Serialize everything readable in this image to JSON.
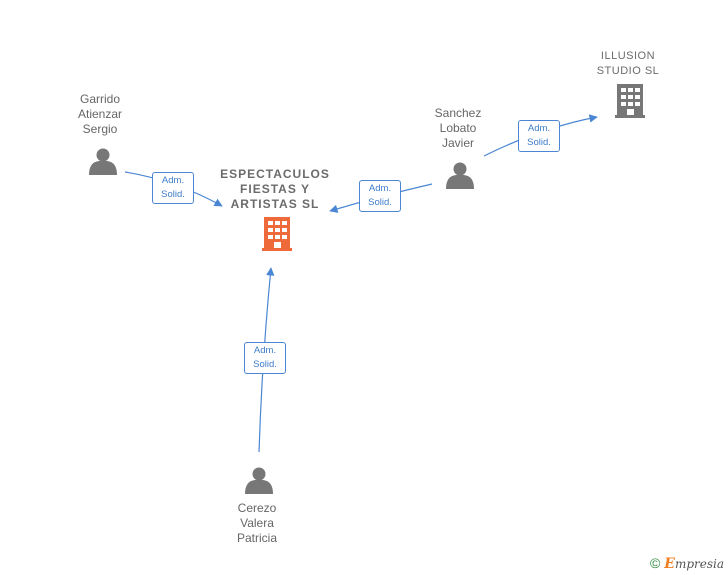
{
  "nodes": {
    "main_company": {
      "label": "ESPECTACULOS\nFIESTAS Y\nARTISTAS  SL",
      "icon": "building-icon",
      "color": "#ee6a3b"
    },
    "other_company": {
      "label": "ILLUSION\nSTUDIO  SL",
      "icon": "building-icon",
      "color": "#777777"
    },
    "person_garrido": {
      "label": "Garrido\nAtienzar\nSergio",
      "icon": "person-icon"
    },
    "person_sanchez": {
      "label": "Sanchez\nLobato\nJavier",
      "icon": "person-icon"
    },
    "person_cerezo": {
      "label": "Cerezo\nValera\nPatricia",
      "icon": "person-icon"
    }
  },
  "edges": [
    {
      "from": "person_garrido",
      "to": "main_company",
      "line1": "Adm.",
      "line2": "Solid."
    },
    {
      "from": "person_sanchez",
      "to": "main_company",
      "line1": "Adm.",
      "line2": "Solid."
    },
    {
      "from": "person_sanchez",
      "to": "other_company",
      "line1": "Adm.",
      "line2": "Solid."
    },
    {
      "from": "person_cerezo",
      "to": "main_company",
      "line1": "Adm.",
      "line2": "Solid."
    }
  ],
  "colors": {
    "edge": "#4a86d4",
    "person": "#777777"
  },
  "footer": {
    "copyright": "©",
    "brand_initial": "E",
    "brand_rest": "mpresia"
  }
}
